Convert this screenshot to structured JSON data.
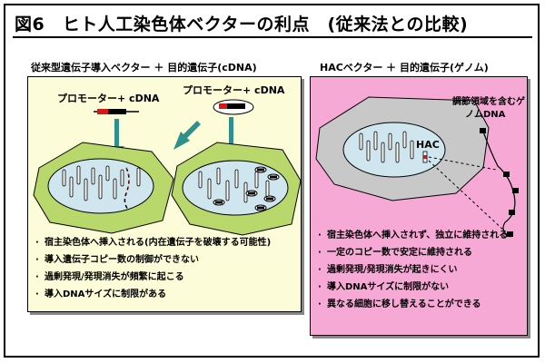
{
  "title": "図6　ヒト人工染色体ベクターの利点　(従来法との比較)",
  "left": {
    "heading": "従来型遺伝子導入ベクター ＋ 目的遺伝子(cDNA)",
    "label_1": "プロモーター+ cDNA",
    "label_2": "プロモーター+ cDNA",
    "bullets": [
      "宿主染色体へ挿入される(内在遺伝子を破壊する可能性)",
      "導入遺伝子コピー数の制御ができない",
      "過剰発現/発現消失が頻繁に起こる",
      "導入DNAサイズに制限がある"
    ]
  },
  "right": {
    "heading": "HACベクター ＋ 目的遺伝子(ゲノム)",
    "genome_label": "調節領域を含むゲノムDNA",
    "hac_label": "HAC",
    "bullets": [
      "宿主染色体へ挿入されず、独立に維持される",
      "一定のコピー数で安定に維持される",
      "過剰発現/発現消失が起きにくい",
      "導入DNAサイズに制限がない",
      "異なる細胞に移し替えることができる"
    ]
  },
  "colors": {
    "left_panel": "#fcfcd8",
    "right_panel": "#f7a9d6",
    "cell_fill": "#b9d86b",
    "nucleus_fill": "#cfe6ee",
    "host_cell_fill": "#c8c8c8",
    "arrow": "#2f8f8a",
    "cdna_red": "#d81818"
  }
}
